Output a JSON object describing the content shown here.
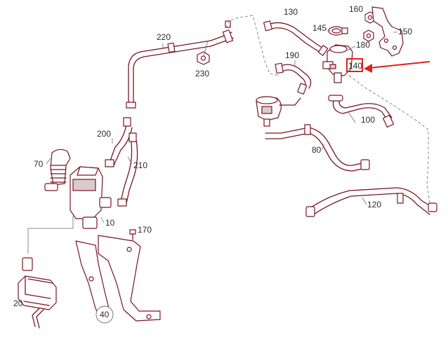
{
  "diagram": {
    "highlight_color": "#e0201c",
    "line_color": "#7a1424",
    "callouts": [
      {
        "id": "130",
        "label": "130"
      },
      {
        "id": "160",
        "label": "160"
      },
      {
        "id": "145",
        "label": "145"
      },
      {
        "id": "150",
        "label": "150"
      },
      {
        "id": "180",
        "label": "180"
      },
      {
        "id": "220",
        "label": "220"
      },
      {
        "id": "230",
        "label": "230"
      },
      {
        "id": "190",
        "label": "190"
      },
      {
        "id": "140",
        "label": "140"
      },
      {
        "id": "100",
        "label": "100"
      },
      {
        "id": "200",
        "label": "200"
      },
      {
        "id": "210",
        "label": "210"
      },
      {
        "id": "80",
        "label": "80"
      },
      {
        "id": "70",
        "label": "70"
      },
      {
        "id": "120",
        "label": "120"
      },
      {
        "id": "10",
        "label": "10"
      },
      {
        "id": "170",
        "label": "170"
      },
      {
        "id": "20",
        "label": "20"
      },
      {
        "id": "40",
        "label": "40"
      }
    ],
    "highlighted_part": "140"
  }
}
